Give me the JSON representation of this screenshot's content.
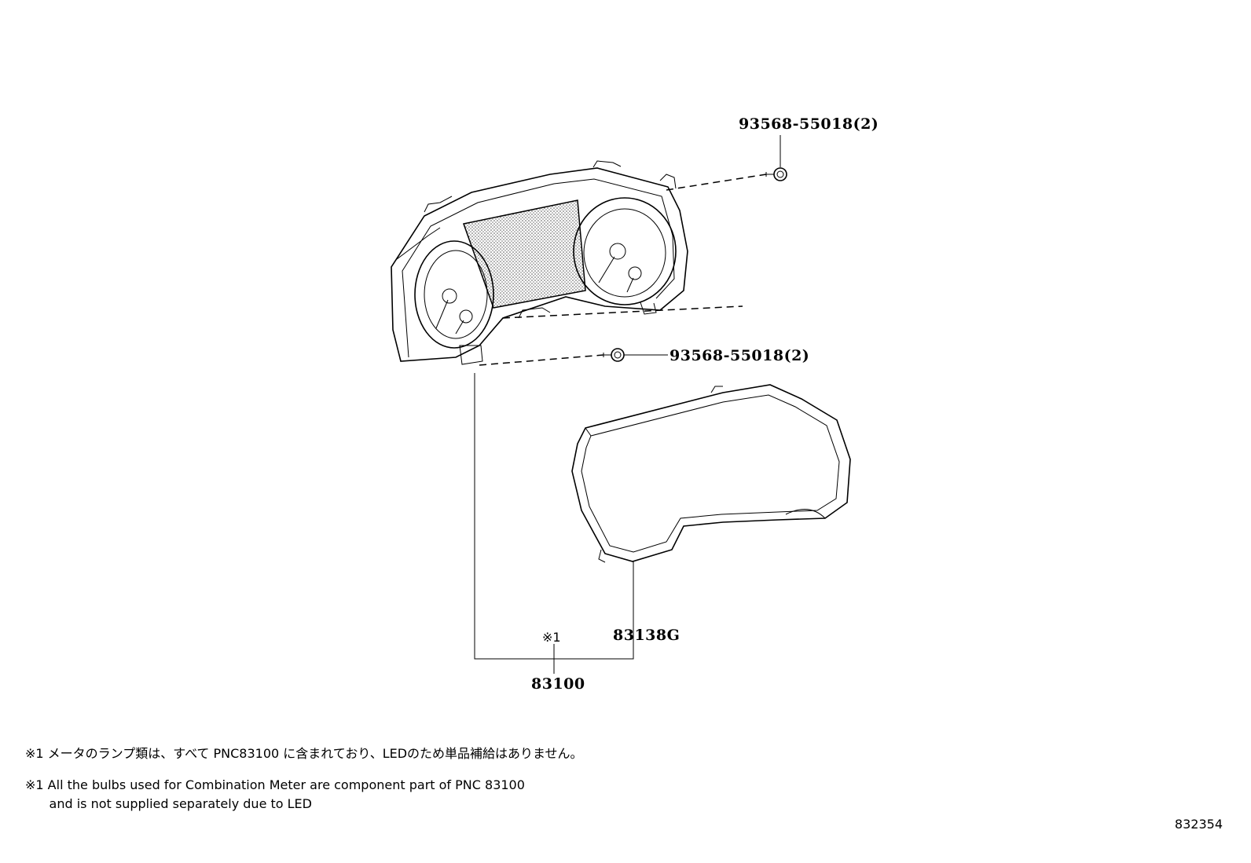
{
  "callouts": {
    "screw_upper": "93568-55018(2)",
    "screw_lower": "93568-55018(2)",
    "lens": "83138G",
    "meter": "83100",
    "note_mark": "※1"
  },
  "notes": {
    "jp": "※1 メータのランプ類は、すべて PNC83100 に含まれており、LEDのため単品補給はありません。",
    "en_line1": "※1 All the bulbs used for Combination Meter are component part of PNC 83100",
    "en_line2": "      and is not supplied separately due to LED"
  },
  "diagram_code": "832354"
}
